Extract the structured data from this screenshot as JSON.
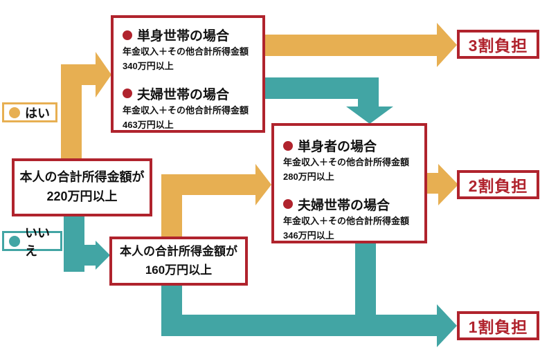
{
  "diagram": {
    "colors": {
      "yes_path": "#E7AF52",
      "no_path": "#42A5A4",
      "box_border": "#B0232D",
      "result_text": "#B0232D"
    },
    "labels": {
      "yes": "はい",
      "no": "いいえ"
    },
    "decision_220": {
      "line1": "本人の合計所得金額が",
      "line2": "220万円以上"
    },
    "decision_160": {
      "line1": "本人の合計所得金額が",
      "line2": "160万円以上"
    },
    "condition_top": {
      "groups": [
        {
          "title": "単身世帯の場合",
          "detail1": "年金収入＋その他合計所得金額",
          "detail2": "340万円以上"
        },
        {
          "title": "夫婦世帯の場合",
          "detail1": "年金収入＋その他合計所得金額",
          "detail2": "463万円以上"
        }
      ]
    },
    "condition_mid": {
      "groups": [
        {
          "title": "単身者の場合",
          "detail1": "年金収入＋その他合計所得金額",
          "detail2": "280万円以上"
        },
        {
          "title": "夫婦世帯の場合",
          "detail1": "年金収入＋その他合計所得金額",
          "detail2": "346万円以上"
        }
      ]
    },
    "results": {
      "r3": "3割負担",
      "r2": "2割負担",
      "r1": "1割負担"
    }
  }
}
